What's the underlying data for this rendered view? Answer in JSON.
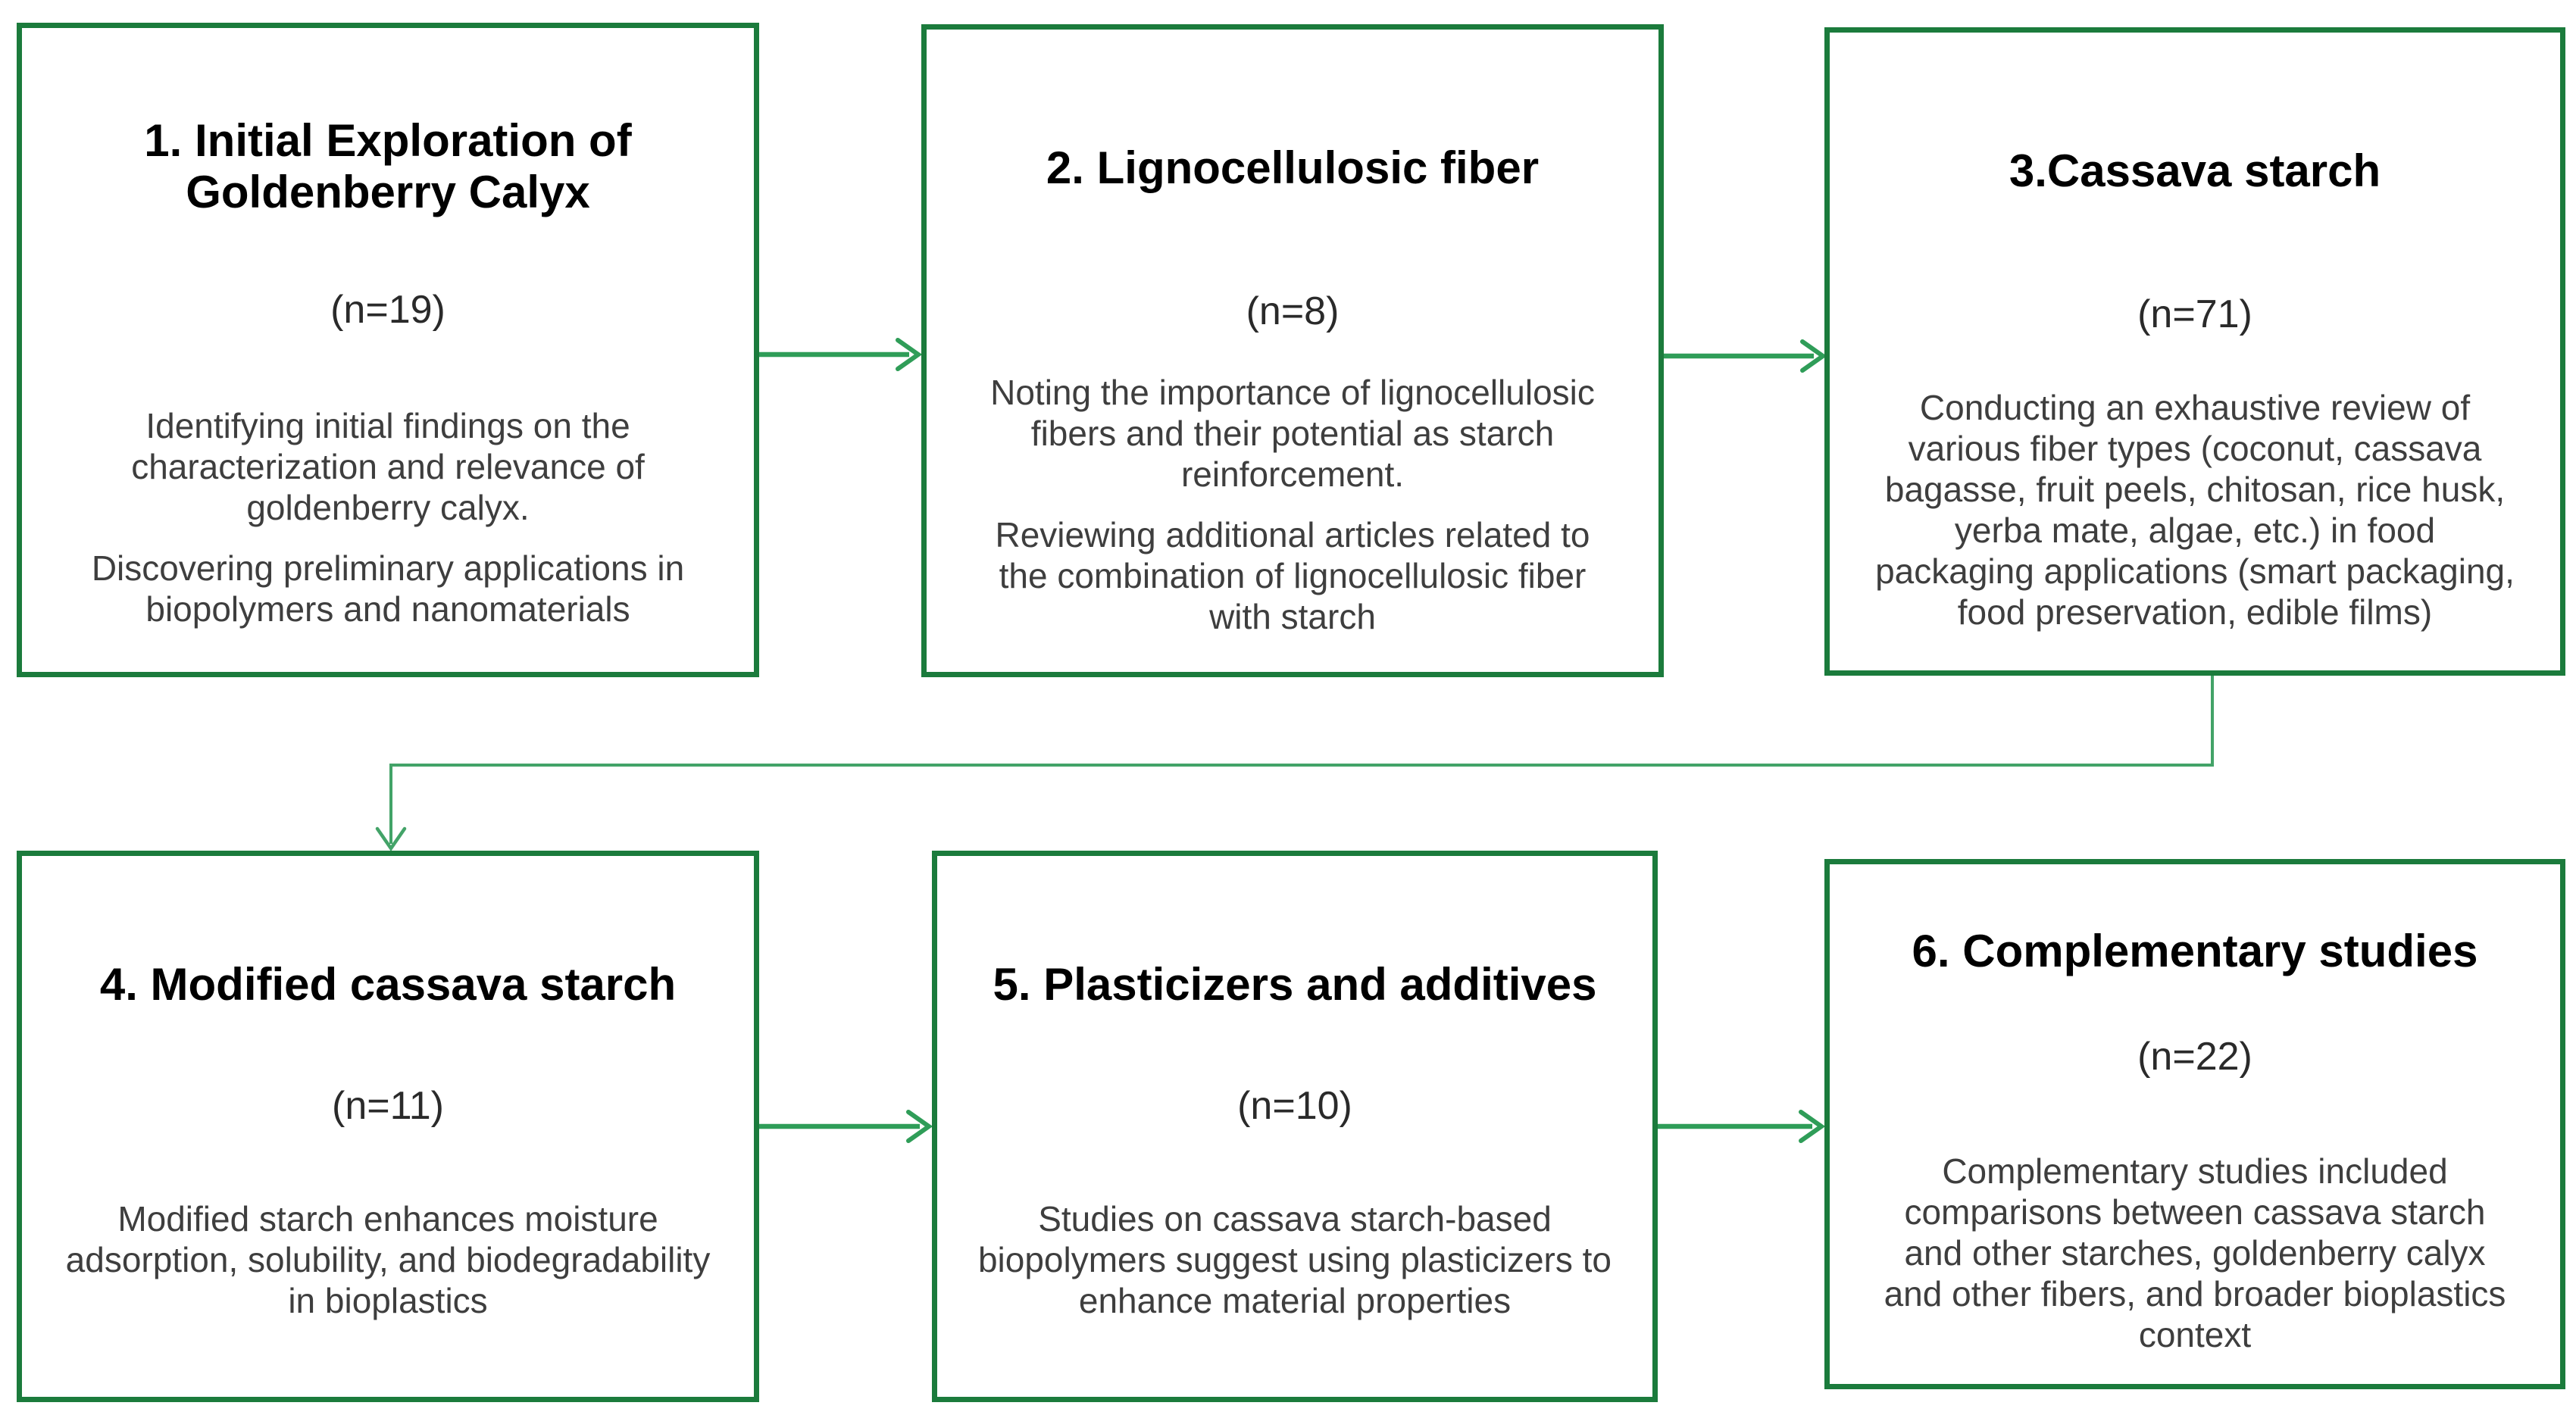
{
  "boxes": [
    {
      "title": "1. Initial Exploration of Goldenberry Calyx",
      "count": "(n=19)",
      "paragraphs": [
        [
          "Identifying initial findings on the",
          "characterization and relevance of",
          "goldenberry calyx."
        ],
        [
          "Discovering preliminary applications in",
          "biopolymers and nanomaterials"
        ]
      ]
    },
    {
      "title": "2. Lignocellulosic fiber",
      "count": "(n=8)",
      "paragraphs": [
        [
          "Noting the importance of lignocellulosic",
          "fibers and their potential as starch",
          "reinforcement."
        ],
        [
          "Reviewing additional articles related to",
          "the combination of lignocellulosic fiber",
          "with starch"
        ]
      ]
    },
    {
      "title": "3.Cassava starch",
      "count": "(n=71)",
      "paragraphs": [
        [
          "Conducting an exhaustive review of",
          "various fiber types (coconut, cassava",
          "bagasse, fruit peels, chitosan, rice husk,",
          "yerba mate, algae, etc.) in food",
          "packaging applications (smart packaging,",
          "food preservation, edible films)"
        ]
      ]
    },
    {
      "title": "4. Modified cassava starch",
      "count": "(n=11)",
      "paragraphs": [
        [
          "Modified starch enhances moisture",
          "adsorption, solubility, and biodegradability",
          "in bioplastics"
        ]
      ]
    },
    {
      "title": "5. Plasticizers and additives",
      "count": "(n=10)",
      "paragraphs": [
        [
          "Studies on cassava starch-based",
          "biopolymers suggest using plasticizers to",
          "enhance material properties"
        ]
      ]
    },
    {
      "title": "6. Complementary studies",
      "count": "(n=22)",
      "paragraphs": [
        [
          "Complementary studies included",
          "comparisons between cassava starch",
          "and other starches, goldenberry calyx",
          "and other fibers, and broader bioplastics",
          "context"
        ]
      ]
    }
  ],
  "connectors": [
    {
      "from": "1. Initial Exploration of Goldenberry Calyx",
      "to": "2. Lignocellulosic fiber"
    },
    {
      "from": "2. Lignocellulosic fiber",
      "to": "3.Cassava starch"
    },
    {
      "from": "3.Cassava starch",
      "to": "4. Modified cassava starch"
    },
    {
      "from": "4. Modified cassava starch",
      "to": "5. Plasticizers and additives"
    },
    {
      "from": "5. Plasticizers and additives",
      "to": "6. Complementary studies"
    }
  ],
  "colors": {
    "box_border": "#1b7b3c",
    "arrow": "#2f9d58",
    "elbow_arrow": "#43a368",
    "title_text": "#000000",
    "count_text": "#2a2a2a",
    "body_text": "#3e3e3e",
    "background": "#ffffff"
  }
}
